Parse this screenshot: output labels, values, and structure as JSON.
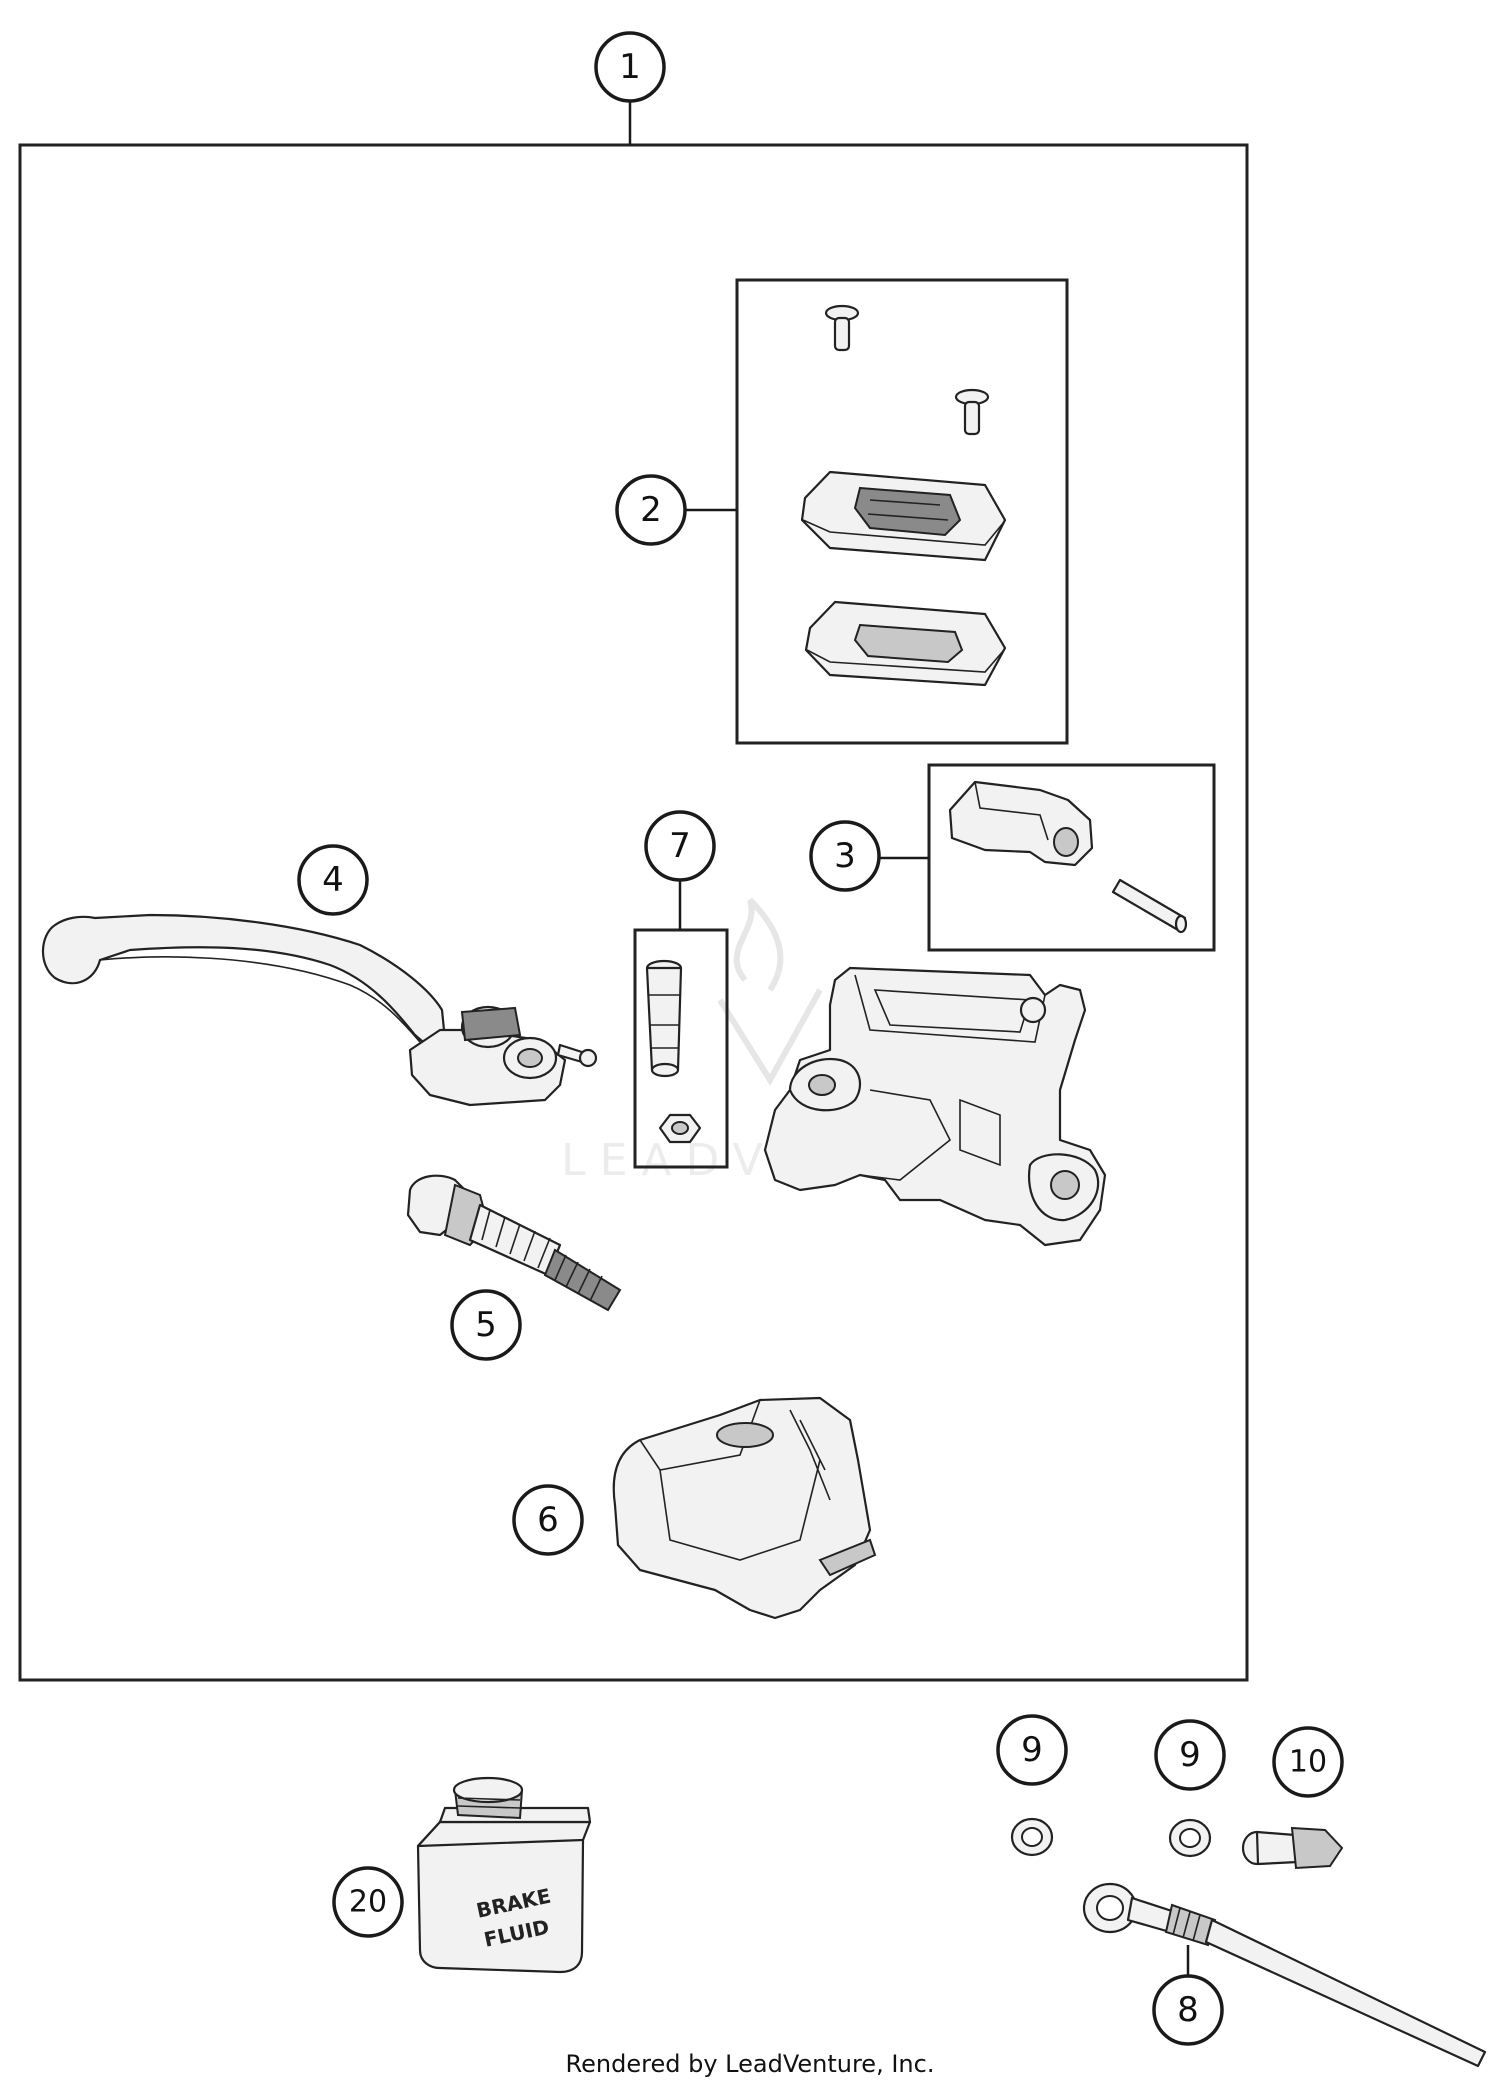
{
  "callouts": {
    "c1": "1",
    "c2": "2",
    "c3": "3",
    "c4": "4",
    "c5": "5",
    "c6": "6",
    "c7": "7",
    "c8": "8",
    "c9a": "9",
    "c9b": "9",
    "c10": "10",
    "c20": "20"
  },
  "bottle": {
    "line1": "BRAKE",
    "line2": "FLUID"
  },
  "watermark": "LEADVENTURE",
  "footer": {
    "credit": "Rendered by LeadVenture, Inc."
  }
}
